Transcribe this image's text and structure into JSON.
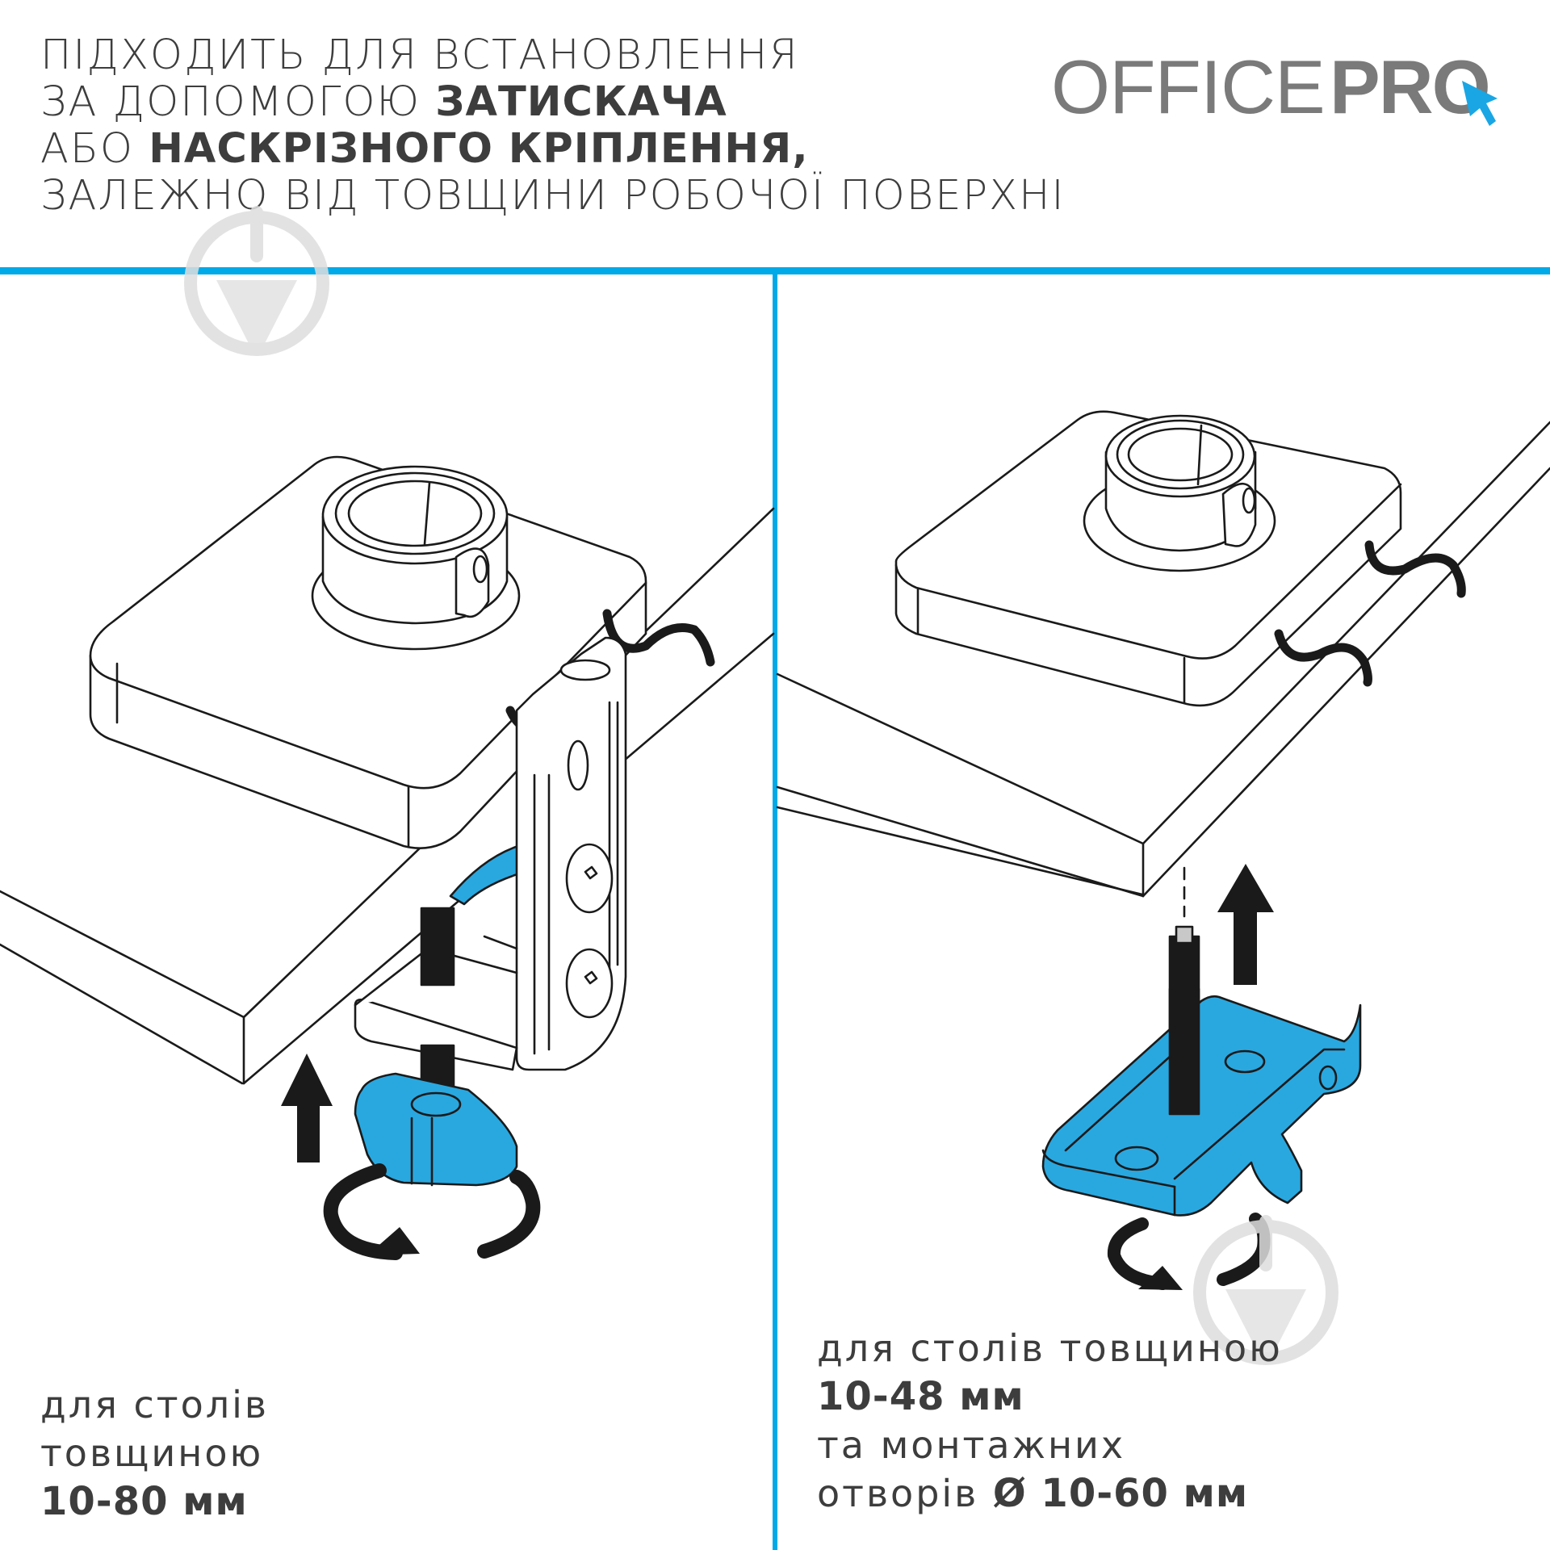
{
  "header": {
    "lines": [
      {
        "normal": "ПІДХОДИТЬ ДЛЯ ВСТАНОВЛЕННЯ",
        "bold": ""
      },
      {
        "normal": "ЗА ДОПОМОГОЮ ",
        "bold": "ЗАТИСКАЧА"
      },
      {
        "normal": "АБО ",
        "bold": "НАСКРІЗНОГО КРІПЛЕННЯ,"
      },
      {
        "normal": "ЗАЛЕЖНО ВІД ТОВЩИНИ РОБОЧОЇ ПОВЕРХНІ",
        "bold": ""
      }
    ]
  },
  "logo": {
    "office": "OFFICE",
    "pro": "PRO",
    "cursor_icon": "cursor-arrow-icon",
    "colors": {
      "text": "#7a7a7a",
      "cursor": "#1aa6e4"
    }
  },
  "colors": {
    "accent": "#00a9e8",
    "part_blue": "#29a8e0",
    "text": "#3d3d3d",
    "line": "#1a1a1a",
    "watermark": "#e0e0e0"
  },
  "left_panel": {
    "title": "Clamp mount",
    "caption": {
      "line1": "для столів",
      "line2": "товщиною",
      "line3": "10-80 мм"
    },
    "icons": [
      "up-arrow-icon",
      "rotate-arrow-icon"
    ]
  },
  "right_panel": {
    "title": "Grommet mount",
    "caption": {
      "line1": "для столів  товщиною",
      "line2": "10-48 мм",
      "line3": "та монтажних",
      "line4_normal": "отворів  ",
      "line4_bold": "Ø 10-60 мм"
    },
    "icons": [
      "up-arrow-icon",
      "rotate-arrow-icon"
    ]
  },
  "watermarks": [
    "download-watermark-icon",
    "download-watermark-icon"
  ]
}
